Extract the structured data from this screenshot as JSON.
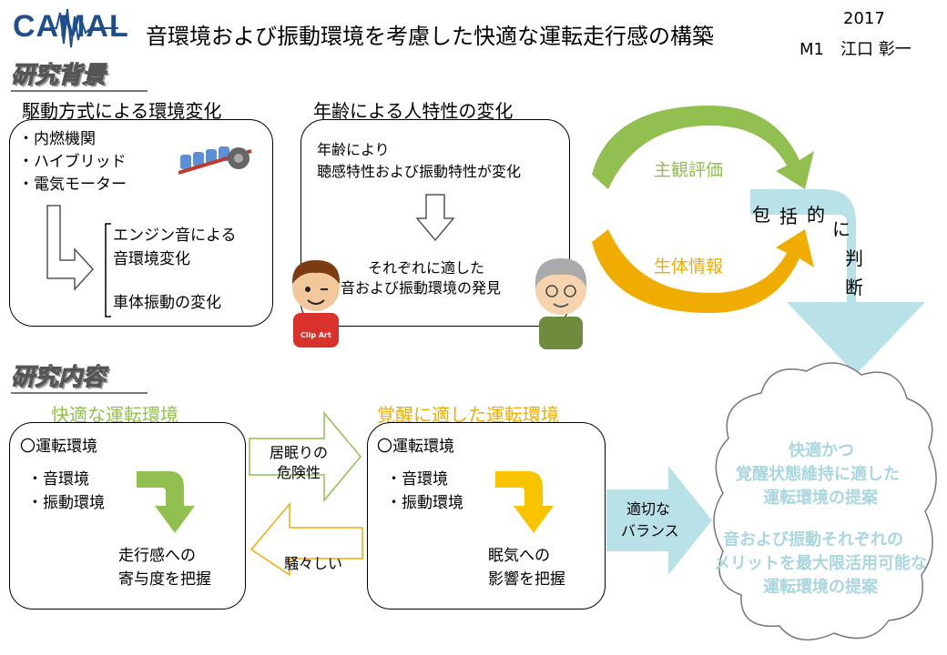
{
  "header": {
    "logo": "CAMAL",
    "title": "音環境および振動環境を考慮した快適な運転走行感の構築",
    "year": "2017",
    "author": "M1　江口 彰一"
  },
  "background": {
    "heading": "研究背景",
    "drive": {
      "title": "駆動方式による環境変化",
      "items": [
        "・内燃機関",
        "・ハイブリッド",
        "・電気モーター"
      ],
      "result1": "エンジン音による",
      "result2": "音環境変化",
      "result3": "車体振動の変化"
    },
    "age": {
      "title": "年齢による人特性の変化",
      "line1": "年齢により",
      "line2": "聴感特性および振動特性が変化",
      "line3": "それぞれに適した",
      "line4": "音および振動環境の発見",
      "clipart_label": "Clip Art"
    },
    "eval": {
      "subjective": "主観評価",
      "bio": "生体情報",
      "judge_chars": [
        "包",
        "括",
        "的",
        "に",
        "判",
        "断"
      ]
    }
  },
  "content": {
    "heading": "研究内容",
    "comfort": {
      "title": "快適な運転環境",
      "item0": "〇運転環境",
      "item1": "・音環境",
      "item2": "・振動環境",
      "result1": "走行感への",
      "result2": "寄与度を把握"
    },
    "arousal": {
      "title": "覚醒に適した運転環境",
      "item0": "〇運転環境",
      "item1": "・音環境",
      "item2": "・振動環境",
      "result1": "眠気への",
      "result2": "影響を把握"
    },
    "arrow_right1": "居眠りの",
    "arrow_right2": "危険性",
    "arrow_left": "騒々しい",
    "balance1": "適切な",
    "balance2": "バランス",
    "cloud": {
      "line1": "快適かつ",
      "line2": "覚醒状態維持に適した",
      "line3": "運転環境の提案",
      "line4": "音および振動それぞれの",
      "line5": "メリットを最大限活用可能な",
      "line6": "運転環境の提案"
    }
  },
  "colors": {
    "green": "#92c050",
    "orange": "#f0ac00",
    "teal": "#b9e2e8",
    "logo": "#1f4e8c"
  }
}
